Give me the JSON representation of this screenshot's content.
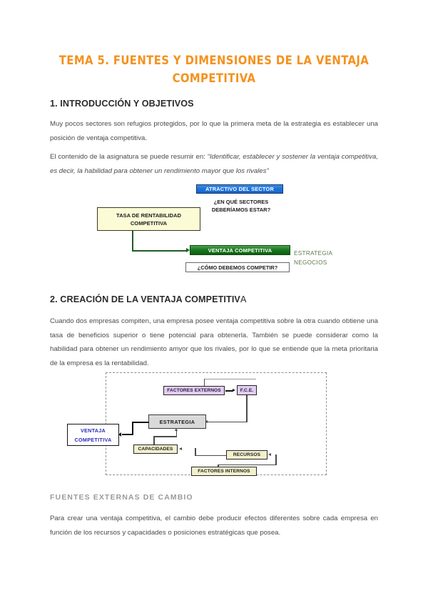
{
  "document": {
    "title": "TEMA 5. FUENTES Y DIMENSIONES DE LA VENTAJA COMPETITIVA",
    "accent_color": "#F5911E",
    "sections": {
      "s1_heading": "1. INTRODUCCIÓN Y OBJETIVOS",
      "s1_p1": "Muy pocos sectores son refugios protegidos, por lo que la primera meta de la estrategia es establecer una posición de ventaja competitiva.",
      "s1_p2_lead": "El contenido de la asignatura se puede resumir en: ",
      "s1_p2_quote": "“Identificar, establecer y sostener la ventaja competitiva, es decir, la habilidad para obtener un rendimiento mayor que los rivales”",
      "s2_heading_main": "2. CREACIÓN DE LA VENTAJA COMPETITIV",
      "s2_heading_tail": "A",
      "s2_p1": "Cuando dos empresas compiten, una empresa posee ventaja competitiva sobre la otra cuando obtiene una tasa de beneficios superior o tiene potencial para obtenerla. También se puede considerar como la habilidad para obtener un rendimiento amyor que los rivales, por lo que se entiende que la meta prioritaria de la empresa es la rentabilidad.",
      "s3_heading": "FUENTES EXTERNAS DE CAMBIO",
      "s3_p1": "Para crear una ventaja competitiva, el cambio debe producir efectos diferentes sobre cada empresa en función de los recursos y capacidades o posiciones estratégicas que posea."
    }
  },
  "diagram1": {
    "sector_box": "ATRACTIVO DEL SECTOR",
    "sector_question_l1": "¿EN QUÉ SECTORES",
    "sector_question_l2": "DEBERÍAMOS ESTAR?",
    "rentabilidad_l1": "TASA DE RENTABILIDAD",
    "rentabilidad_l2": "COMPETITIVA",
    "ventaja_box": "VENTAJA COMPETITIVA",
    "ventaja_question": "¿CÓMO DEBEMOS COMPETIR?",
    "estrategia_l1": "ESTRATEGIA",
    "estrategia_l2": "NEGOCIOS",
    "colors": {
      "blue_box": "#1e72d8",
      "yellow_box": "#fbfbd6",
      "green_box": "#1a7a1f",
      "connector": "#1f5c27",
      "estrategia_text": "#5e7a4e"
    }
  },
  "diagram2": {
    "factores_externos": "FACTORES EXTERNOS",
    "fce": "F.C.E.",
    "estrategia": "ESTRATEGIA",
    "ventaja_l1": "VENTAJA",
    "ventaja_l2": "COMPETITIVA",
    "capacidades": "CAPACIDADES",
    "recursos": "RECURSOS",
    "factores_internos": "FACTORES INTERNOS",
    "colors": {
      "purple_box": "#e3cdf2",
      "gray_box": "#d9d9d9",
      "cream_box": "#f2f0cd",
      "ventaja_text": "#2d2db5",
      "dashed_border": "#8f8f8f"
    }
  }
}
